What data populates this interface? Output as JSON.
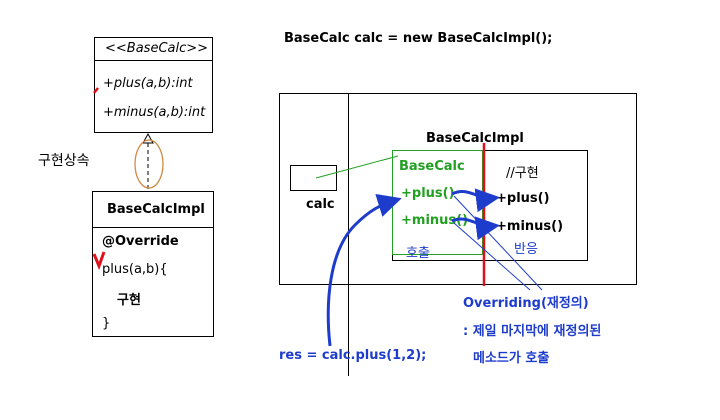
{
  "interface_box": {
    "name": "<<BaseCalc>>",
    "methods": [
      "+plus(a,b):int",
      "+minus(a,b):int"
    ]
  },
  "impl_label": "구현상속",
  "impl_box": {
    "name": "BaseCalcImpl",
    "body": [
      "@Override",
      "plus(a,b){",
      "구현",
      "}"
    ]
  },
  "code_line": "BaseCalc calc = new BaseCalcImpl();",
  "memory": {
    "object_title": "BaseCalcImpl",
    "calc_label": "calc",
    "basecalc_part": {
      "title": "BaseCalc",
      "methods": [
        "+plus()",
        "+minus()"
      ],
      "call_label": "호출"
    },
    "impl_part": {
      "title": "//구현",
      "methods": [
        "+plus()",
        "+minus()"
      ],
      "response_label": "반응"
    }
  },
  "overriding_note": [
    "Overriding(재정의)",
    ": 제일 마지막에 재정의된",
    "메소드가 호출"
  ],
  "call_code": "res = calc.plus(1,2);",
  "colors": {
    "green": "#22a022",
    "blue": "#1e3ccc",
    "red": "#e0101a",
    "tan": "#d08a40"
  }
}
